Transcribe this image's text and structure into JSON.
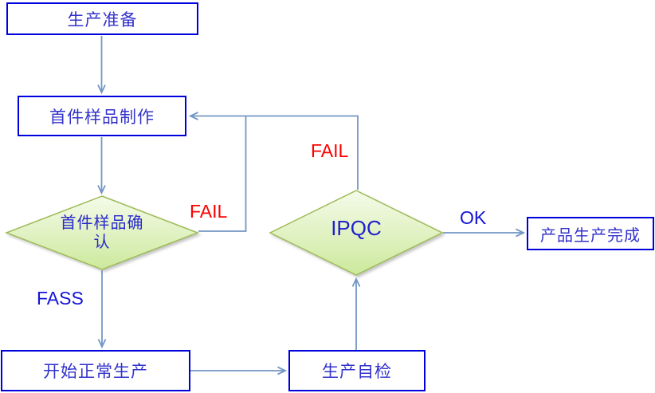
{
  "diagram": {
    "nodes": {
      "start": "生产准备",
      "first_sample": "首件样品制作",
      "first_confirm": "首件样品确认",
      "normal_production": "开始正常生产",
      "self_inspection": "生产自检",
      "ipqc": "IPQC",
      "complete": "产品生产完成"
    },
    "edge_labels": {
      "first_confirm_fail": "FAIL",
      "ipqc_fail": "FAIL",
      "first_confirm_pass": "FASS",
      "ipqc_ok": "OK"
    },
    "colors": {
      "box_border": "#0000DD",
      "box_text": "#3333CC",
      "connector": "#7396C4",
      "diamond_border": "#9FBC58",
      "diamond_fill_top": "#F5FBEA",
      "diamond_fill_bottom": "#CCE99C",
      "fail_text": "#FF0000",
      "label_text": "#1414D6",
      "background": "#FFFFFF"
    }
  }
}
